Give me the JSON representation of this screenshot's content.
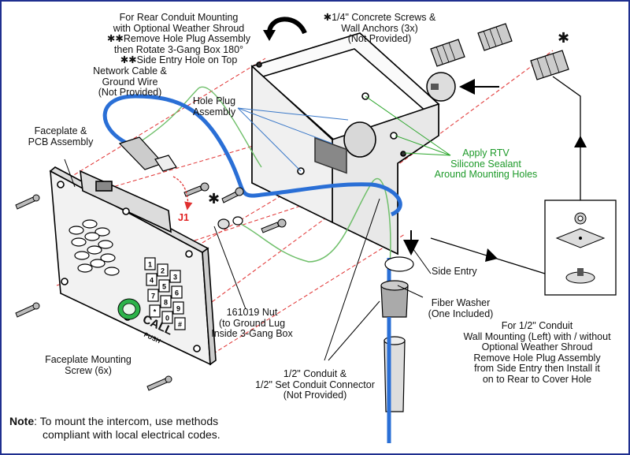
{
  "labels": {
    "rear_conduit": [
      "For Rear Conduit Mounting",
      "with Optional Weather Shroud",
      "✱✱Remove Hole Plug Assembly",
      "then Rotate 3-Gang Box 180°",
      "✱✱Side Entry Hole on Top"
    ],
    "concrete_screws": [
      "✱1/4\" Concrete Screws &",
      "Wall Anchors (3x)",
      "(Not Provided)"
    ],
    "network_cable": [
      "Network Cable &",
      "Ground Wire",
      "(Not Provided)"
    ],
    "hole_plug": [
      "Hole Plug",
      "Assembly"
    ],
    "faceplate_pcb": [
      "Faceplate &",
      "PCB Assembly"
    ],
    "rtv": [
      "Apply RTV",
      "Silicone Sealant",
      "Around Mounting Holes"
    ],
    "j1": "J1",
    "side_entry": "Side Entry",
    "fiber_washer": [
      "Fiber Washer",
      "(One Included)"
    ],
    "nut": [
      "161019 Nut",
      "(to Ground Lug",
      "Inside 3-Gang Box"
    ],
    "faceplate_screw": [
      "Faceplate Mounting",
      "Screw (6x)"
    ],
    "conduit": [
      "1/2\" Conduit &",
      "1/2\" Set Conduit Connector",
      "(Not Provided)"
    ],
    "half_inch_conduit": [
      "For 1/2\" Conduit",
      "Wall Mounting (Left) with / without",
      "Optional Weather Shroud",
      "Remove Hole Plug Assembly",
      "from Side Entry then Install it",
      "on to Rear to Cover Hole"
    ],
    "asterisk": "✱",
    "call": "CALL",
    "push": "PUSH"
  },
  "keypad": [
    "1",
    "2",
    "3",
    "4",
    "5",
    "6",
    "7",
    "8",
    "9",
    "*",
    "0",
    "#"
  ],
  "note": {
    "prefix": "Note",
    "line1": ": To mount the intercom, use methods",
    "line2": "compliant with local electrical codes."
  },
  "colors": {
    "border": "#1f2f8f",
    "cable": "#2a6fd6",
    "ground_wire": "#6fbf6a",
    "leader_red": "#e03030",
    "leader_green": "#2aa52a",
    "leader_blue": "#3a78c8",
    "call_button": "#2db34a"
  }
}
